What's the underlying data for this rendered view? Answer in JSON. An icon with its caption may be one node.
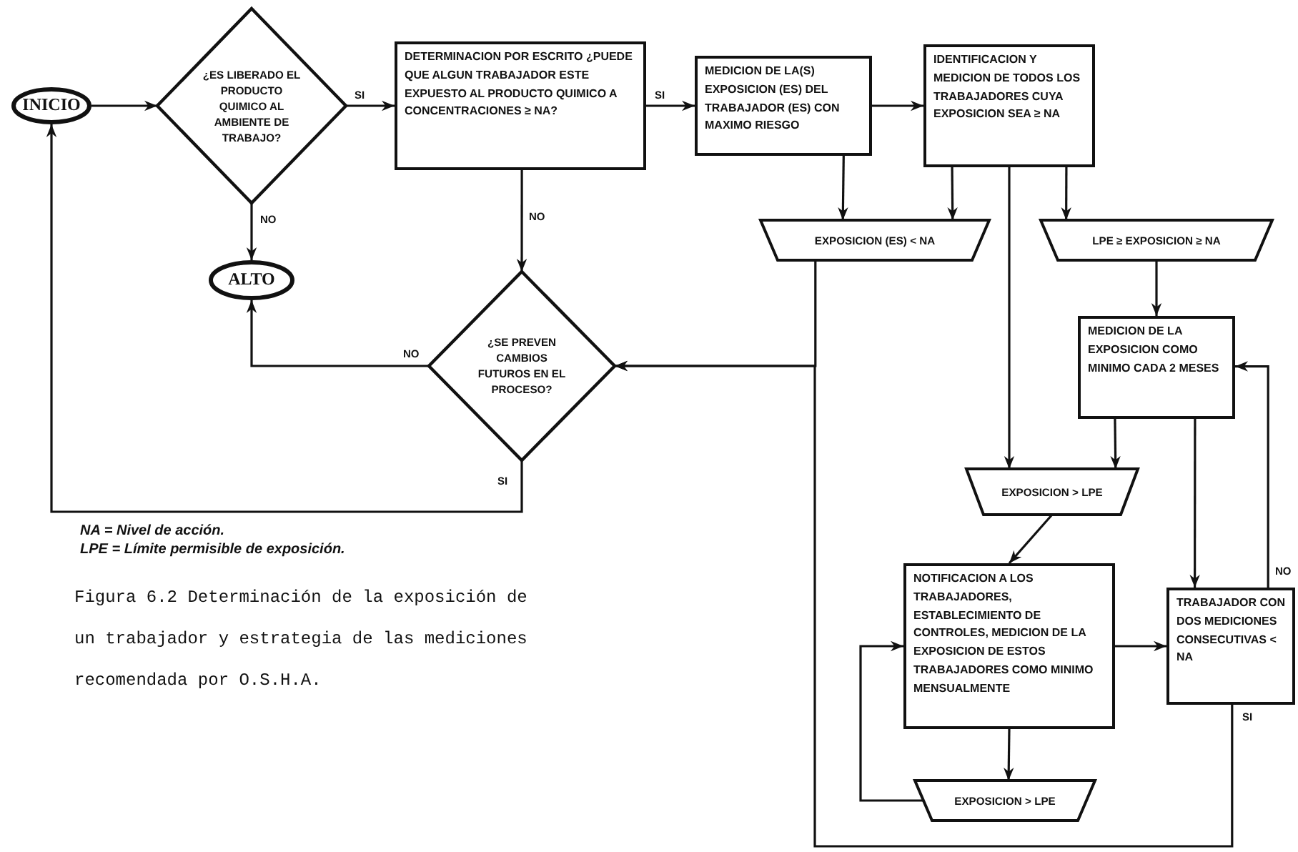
{
  "diagram": {
    "caption": "Figura 6.2 Determinación de la exposición de un trabajador y estrategia de las mediciones recomendada por O.S.H.A.",
    "nodes": [
      {
        "text": [
          "INICIO"
        ]
      },
      {
        "text": [
          "¿ES LIBERADO EL PRODUCTO QUIMICO AL AMBIENTE DE TRABAJO?"
        ]
      },
      {
        "text": [
          "DETERMINACION POR ESCRITO ¿PUEDE QUE ALGUN TRABAJADOR ESTE EXPUESTO AL PRODUCTO QUIMICO A CONCENTRACIONES ≥ NA?"
        ]
      },
      {
        "text": [
          "ALTO"
        ]
      },
      {
        "text": [
          "¿SE PREVEN CAMBIOS FUTUROS EN EL PROCESO?"
        ]
      },
      {
        "text": [
          "MEDICION DE LA(S) EXPOSICION (ES) DEL TRABAJADOR (ES) CON MAXIMO RIESGO"
        ]
      },
      {
        "text": [
          "IDENTIFICACION Y MEDICION DE TODOS LOS TRABAJADORES CUYA EXPOSICION SEA ≥ NA"
        ]
      },
      {
        "text": [
          "EXPOSICION (ES) < NA"
        ]
      },
      {
        "text": [
          "LPE ≥ EXPOSICION ≥ NA"
        ]
      },
      {
        "text": [
          "MEDICION DE LA EXPOSICION COMO MINIMO CADA 2 MESES"
        ]
      },
      {
        "text": [
          "EXPOSICION > LPE"
        ]
      },
      {
        "text": [
          "NOTIFICACION A LOS TRABAJADORES, ESTABLECIMIENTO DE CONTROLES, MEDICION DE LA EXPOSICION DE ESTOS TRABAJADORES COMO MINIMO MENSUALMENTE"
        ]
      },
      {
        "text": [
          "TRABAJADOR CON DOS MEDICIONES CONSECUTIVAS < NA"
        ]
      },
      {
        "text": [
          "EXPOSICION > LPE"
        ]
      }
    ],
    "edges": [
      {
        "from": 0,
        "to": 1,
        "arrow": "to"
      },
      {
        "from": 1,
        "to": 2,
        "arrow": "to",
        "label": "SI"
      },
      {
        "from": 1,
        "to": 3,
        "arrow": "to",
        "label": "NO"
      },
      {
        "from": 2,
        "to": 5,
        "arrow": "to",
        "label": "SI"
      },
      {
        "from": 2,
        "to": 4,
        "arrow": "to",
        "label": "NO"
      },
      {
        "from": 5,
        "to": 6,
        "arrow": "to"
      },
      {
        "from": 5,
        "to": 7,
        "arrow": "to"
      },
      {
        "from": 6,
        "to": 7,
        "arrow": "to"
      },
      {
        "from": 6,
        "to": 8,
        "arrow": "to"
      },
      {
        "from": 6,
        "to": 10,
        "arrow": "to"
      },
      {
        "from": 7,
        "to": 4,
        "arrow": "to"
      },
      {
        "from": 4,
        "to": 3,
        "arrow": "to",
        "label": "NO"
      },
      {
        "from": 4,
        "to": 0,
        "arrow": "to",
        "label": "SI"
      },
      {
        "from": 8,
        "to": 9,
        "arrow": "to"
      },
      {
        "from": 9,
        "to": 10,
        "arrow": "to"
      },
      {
        "from": 9,
        "to": 12,
        "arrow": "to"
      },
      {
        "from": 10,
        "to": 11,
        "arrow": "to"
      },
      {
        "from": 11,
        "to": 12,
        "arrow": "to"
      },
      {
        "from": 11,
        "to": 13,
        "arrow": "to"
      },
      {
        "from": 13,
        "to": 11,
        "arrow": "to"
      },
      {
        "from": 12,
        "to": 9,
        "arrow": "to",
        "label": "NO"
      },
      {
        "from": 12,
        "to": 4,
        "arrow": "to",
        "label": "SI"
      }
    ],
    "labels": [
      "NA = Nivel de acción.",
      "LPE = Límite permisible de exposición."
    ]
  }
}
